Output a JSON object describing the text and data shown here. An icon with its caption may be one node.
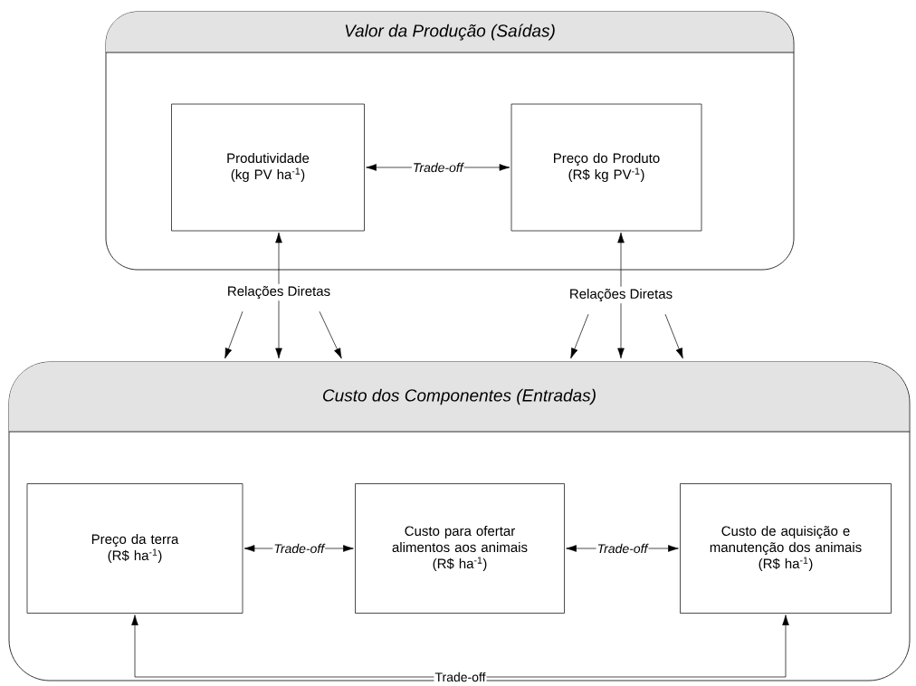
{
  "diagram": {
    "nodes": [
      {
        "text": [
          "Valor da Produção (Saídas)"
        ]
      },
      {
        "text": [
          "Produtividade",
          "(kg PV ha$^{-1}$)"
        ],
        "in": 0
      },
      {
        "text": [
          "Preço do Produto",
          "(R$ kg PV$^{-1}$)"
        ],
        "in": 0
      },
      {
        "text": [
          "Custo dos Componentes (Entradas)"
        ]
      },
      {
        "text": [
          "Preço da terra",
          "(R$ ha$^{-1}$)"
        ],
        "in": 3
      },
      {
        "text": [
          "Custo para ofertar alimentos aos animais",
          "(R$ ha$^{-1}$)"
        ],
        "in": 3
      },
      {
        "text": [
          "Custo de aquisição e manutenção dos animais",
          "(R$ ha$^{-1}$)"
        ],
        "in": 3
      },
      {
        "text": [
          "Relações Diretas"
        ]
      },
      {
        "text": [
          "Relações Diretas"
        ]
      }
    ],
    "edges": [
      {
        "from": 1,
        "to": 2,
        "arrow": "both",
        "label": "Trade-off"
      },
      {
        "from": 7,
        "to": 1,
        "arrow": "to"
      },
      {
        "from": 7,
        "to": 3,
        "arrow": "to"
      },
      {
        "from": 7,
        "to": 3,
        "arrow": "to"
      },
      {
        "from": 7,
        "to": 3,
        "arrow": "to"
      },
      {
        "from": 8,
        "to": 2,
        "arrow": "to"
      },
      {
        "from": 8,
        "to": 3,
        "arrow": "to"
      },
      {
        "from": 8,
        "to": 3,
        "arrow": "to"
      },
      {
        "from": 8,
        "to": 3,
        "arrow": "to"
      },
      {
        "from": 4,
        "to": 5,
        "arrow": "both",
        "label": "Trade-off"
      },
      {
        "from": 5,
        "to": 6,
        "arrow": "both",
        "label": "Trade-off"
      },
      {
        "from": 4,
        "to": 6,
        "arrow": "both",
        "label": "Trade-off"
      }
    ]
  }
}
